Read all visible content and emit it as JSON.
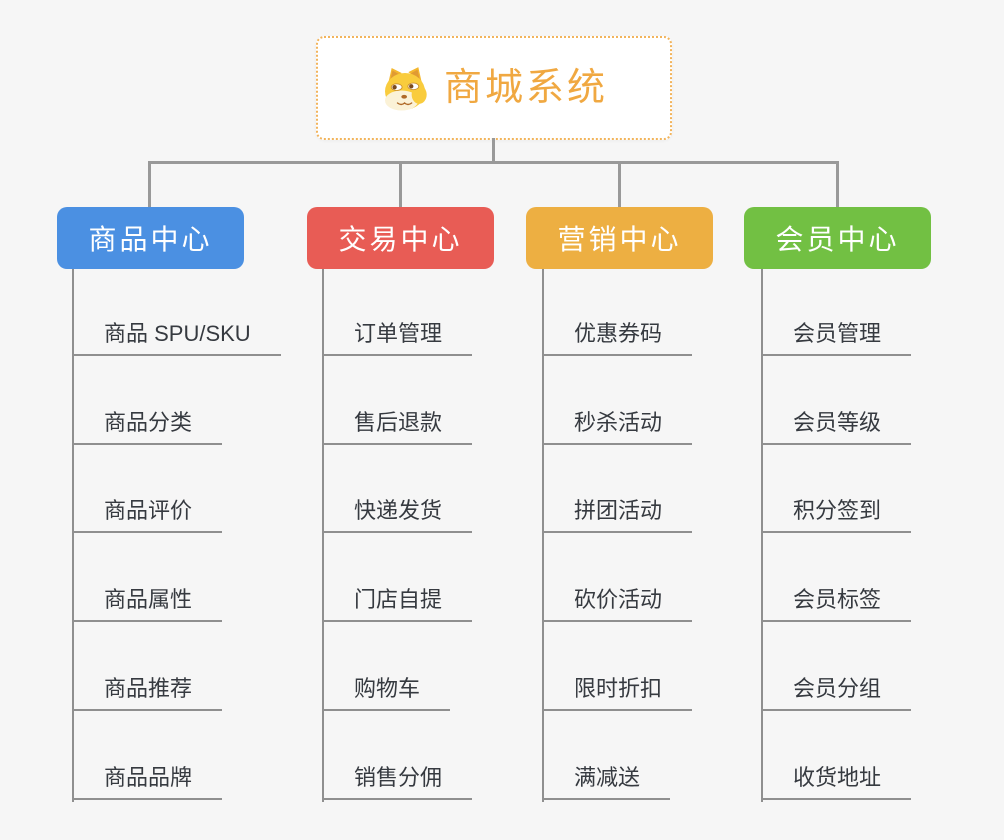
{
  "root": {
    "title": "商城系统",
    "icon": "doge-icon"
  },
  "colors": {
    "root_accent": "#f0a841",
    "root_border": "#f2b45c",
    "connector": "#999999",
    "leaf_text": "#363a40",
    "background": "#f6f6f6",
    "branch_blue": "#4b90e2",
    "branch_red": "#e85c55",
    "branch_orange": "#edaf42",
    "branch_green": "#72c043"
  },
  "branches": [
    {
      "label": "商品中心",
      "color": "#4b90e2",
      "children": [
        "商品 SPU/SKU",
        "商品分类",
        "商品评价",
        "商品属性",
        "商品推荐",
        "商品品牌"
      ]
    },
    {
      "label": "交易中心",
      "color": "#e85c55",
      "children": [
        "订单管理",
        "售后退款",
        "快递发货",
        "门店自提",
        "购物车",
        "销售分佣"
      ]
    },
    {
      "label": "营销中心",
      "color": "#edaf42",
      "children": [
        "优惠券码",
        "秒杀活动",
        "拼团活动",
        "砍价活动",
        "限时折扣",
        "满减送"
      ]
    },
    {
      "label": "会员中心",
      "color": "#72c043",
      "children": [
        "会员管理",
        "会员等级",
        "积分签到",
        "会员标签",
        "会员分组",
        "收货地址"
      ]
    }
  ]
}
